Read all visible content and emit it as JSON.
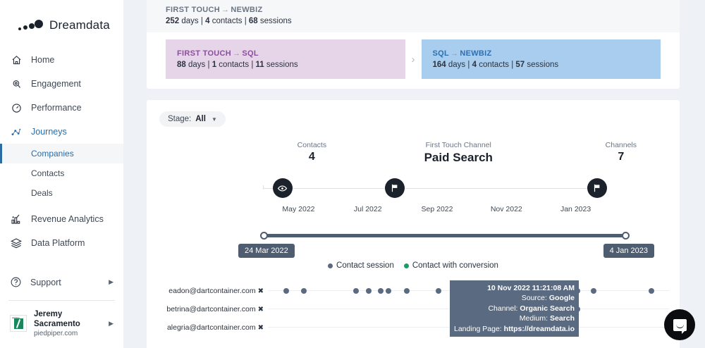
{
  "brand": {
    "name": "Dreamdata",
    "logo_icon": "dreamdata-dots-logo"
  },
  "sidebar": {
    "items": [
      {
        "label": "Home",
        "icon": "home-icon"
      },
      {
        "label": "Engagement",
        "icon": "engagement-icon"
      },
      {
        "label": "Performance",
        "icon": "speedometer-icon"
      },
      {
        "label": "Journeys",
        "icon": "journeys-icon",
        "active": true
      }
    ],
    "sub_items": [
      {
        "label": "Companies",
        "selected": true
      },
      {
        "label": "Contacts",
        "selected": false
      },
      {
        "label": "Deals",
        "selected": false
      }
    ],
    "items_after": [
      {
        "label": "Revenue Analytics",
        "icon": "revenue-analytics-icon"
      },
      {
        "label": "Data Platform",
        "icon": "data-platform-icon"
      }
    ],
    "support": {
      "label": "Support",
      "icon": "question-circle-icon",
      "caret": "▶"
    },
    "user": {
      "name": "Jeremy Sacramento",
      "company": "piedpiper.com",
      "avatar_label": "piedpiper",
      "caret": "▶"
    }
  },
  "journey_header": {
    "overall": {
      "from": "FIRST TOUCH",
      "arrow": "→",
      "to": "NEWBIZ",
      "days": "252",
      "days_label": "days",
      "contacts": "4",
      "contacts_label": "contacts",
      "sessions": "68",
      "sessions_label": "sessions"
    },
    "cards": [
      {
        "from": "FIRST TOUCH",
        "arrow": "→",
        "to": "SQL",
        "days": "88",
        "days_label": "days",
        "contacts": "1",
        "contacts_label": "contacts",
        "sessions": "11",
        "sessions_label": "sessions",
        "color": "#e6d5e8"
      },
      {
        "from": "SQL",
        "arrow": "→",
        "to": "NEWBIZ",
        "days": "164",
        "days_label": "days",
        "contacts": "4",
        "contacts_label": "contacts",
        "sessions": "57",
        "sessions_label": "sessions",
        "color": "#a8cdee"
      }
    ],
    "chevron": "›"
  },
  "stage_filter": {
    "label": "Stage:",
    "value": "All",
    "chevron": "▼"
  },
  "overview": {
    "metrics": [
      {
        "label": "Contacts",
        "value": "4",
        "x_pct": 18
      },
      {
        "label": "First Touch Channel",
        "value": "Paid Search",
        "x_pct": 56,
        "big": true
      },
      {
        "label": "Channels",
        "value": "7",
        "x_pct": 95
      }
    ],
    "nodes": [
      {
        "icon": "eye-icon",
        "x_pct": 12
      },
      {
        "icon": "flag-icon",
        "x_pct": 37
      },
      {
        "icon": "flag-check-icon",
        "x_pct": 92
      }
    ],
    "ticks": [
      {
        "label": "May 2022",
        "x_pct": 18
      },
      {
        "label": "Jul 2022",
        "x_pct": 31
      },
      {
        "label": "Sep 2022",
        "x_pct": 47
      },
      {
        "label": "Nov 2022",
        "x_pct": 63
      },
      {
        "label": "Jan 2023",
        "x_pct": 79
      }
    ]
  },
  "range_slider": {
    "start_label": "24 Mar 2022",
    "end_label": "4 Jan 2023",
    "start_pct": 0,
    "end_pct": 100
  },
  "legend": [
    {
      "label": "Contact session",
      "color": "#5a6a80"
    },
    {
      "label": "Contact with conversion",
      "color": "#1c9b62"
    }
  ],
  "contact_rows": [
    {
      "email": "eadon@dartcontainer.com",
      "close_icon": "✖",
      "dots": [
        4.5,
        9.0,
        22.0,
        25.0,
        28.0,
        30.0,
        34.5,
        42.5,
        49.5,
        54.5,
        70.5,
        77.0,
        81.0,
        95.5
      ]
    },
    {
      "email": "betrina@dartcontainer.com",
      "close_icon": "✖",
      "dots": [
        77.0
      ]
    },
    {
      "email": "alegria@dartcontainer.com",
      "close_icon": "✖",
      "dots": [
        54.0,
        56.0,
        58.5,
        68.0,
        76.0
      ]
    }
  ],
  "tooltip": {
    "timestamp": "10 Nov 2022 11:21:08 AM",
    "lines": [
      {
        "key": "Source:",
        "value": "Google"
      },
      {
        "key": "Channel:",
        "value": "Organic Search"
      },
      {
        "key": "Medium:",
        "value": "Search"
      },
      {
        "key": "Landing Page:",
        "value": "https://dreamdata.io"
      }
    ]
  },
  "chat": {
    "icon": "intercom-chat-icon"
  },
  "colors": {
    "accent": "#2b6ca3",
    "dark": "#1b222c",
    "dot": "#5a6a80",
    "conversion": "#1c9b62",
    "page_bg": "#eef1f5"
  }
}
